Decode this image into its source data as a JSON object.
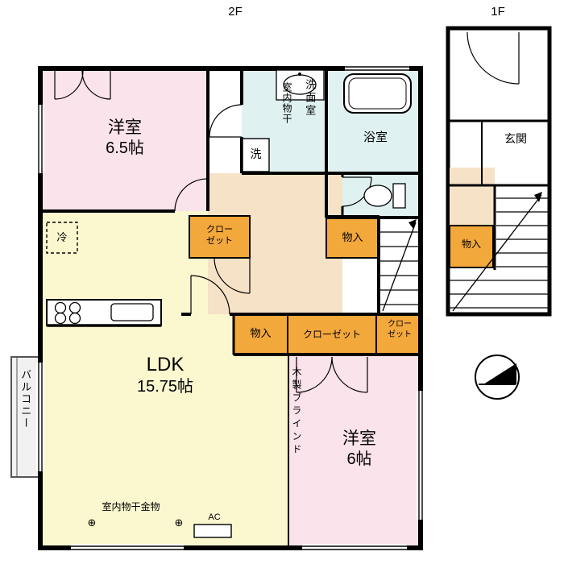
{
  "page": {
    "floor2_label": "2F",
    "floor1_label": "1F"
  },
  "colors": {
    "room_pink": "#fae3ea",
    "room_yellow": "#fbf7cf",
    "room_cyan": "#dff2f1",
    "closet_orange": "#f3a83c",
    "hall_beige": "#f6e2c6",
    "wall_black": "#000000"
  },
  "floor2": {
    "bedroom_65": {
      "name": "洋室",
      "size": "6.5帖"
    },
    "washroom": {
      "name": "洗面室",
      "indoor_drying": "室内物干",
      "washer": "洗"
    },
    "bathroom": {
      "name": "浴室"
    },
    "closet_top": {
      "name": "クローゼット"
    },
    "storage_mid": {
      "name": "物入"
    },
    "ldk": {
      "name": "LDK",
      "size": "15.75帖",
      "fridge": "冷",
      "drying_hardware": "室内物干金物",
      "hook_symbol": "⊕",
      "ac_label": "AC"
    },
    "balcony": {
      "name": "バルコニー"
    },
    "storage_bottom": {
      "name": "物入"
    },
    "closet_bottom": {
      "name": "クローゼット"
    },
    "closet_corner": {
      "name": "クローゼット"
    },
    "bedroom_6": {
      "name": "洋室",
      "size": "6帖",
      "partition": "木製ブラインド"
    }
  },
  "floor1": {
    "entrance": {
      "name": "玄関"
    },
    "storage": {
      "name": "物入"
    }
  }
}
